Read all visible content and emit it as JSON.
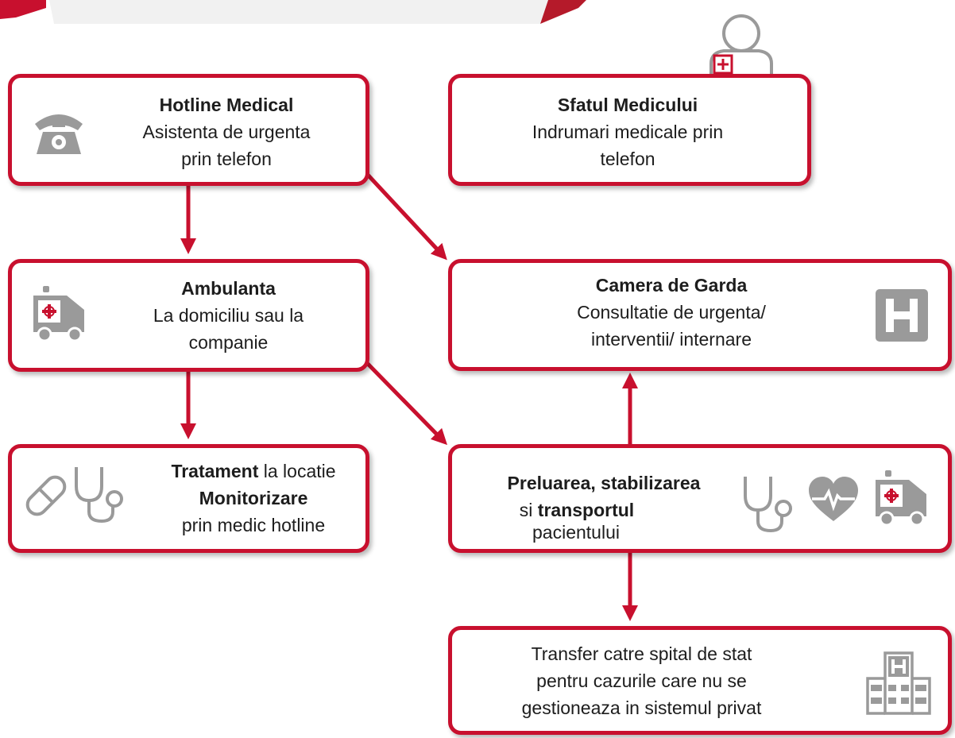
{
  "diagram": {
    "colors": {
      "accent": "#c8102e",
      "icon": "#9a9a9a",
      "text": "#1d1d1d",
      "banner": "#f1f1f1"
    },
    "hotline": {
      "title": "Hotline Medical",
      "line1": "Asistenta de urgenta",
      "line2": "prin telefon",
      "icon": "telephone-icon"
    },
    "sfatul": {
      "title": "Sfatul Medicului",
      "line1": "Indrumari medicale prin",
      "line2": "telefon",
      "icon": "doctor-icon"
    },
    "ambulanta": {
      "title": "Ambulanta",
      "line1": "La domiciliu sau la",
      "line2": "companie",
      "icon": "ambulance-icon"
    },
    "camera": {
      "title": "Camera de Garda",
      "line1": "Consultatie de urgenta/",
      "line2": "interventii/  internare",
      "icon": "hospital-sign-icon"
    },
    "tratament": {
      "bold1": "Tratament",
      "rest1": " la locatie",
      "bold2": "Monitorizare",
      "line3": "prin medic hotline",
      "icons": [
        "pill-icon",
        "stethoscope-icon"
      ]
    },
    "preluarea": {
      "bold1": "Preluarea, stabilizarea",
      "pre2": "si ",
      "bold2": "transportul",
      "line3": "pacientului",
      "icons": [
        "stethoscope-icon",
        "heart-pulse-icon",
        "ambulance-icon"
      ]
    },
    "transfer": {
      "line1": "Transfer catre spital de stat",
      "line2": "pentru cazurile care nu se",
      "line3": "gestioneaza in sistemul privat",
      "icon": "hospital-building-icon"
    }
  }
}
